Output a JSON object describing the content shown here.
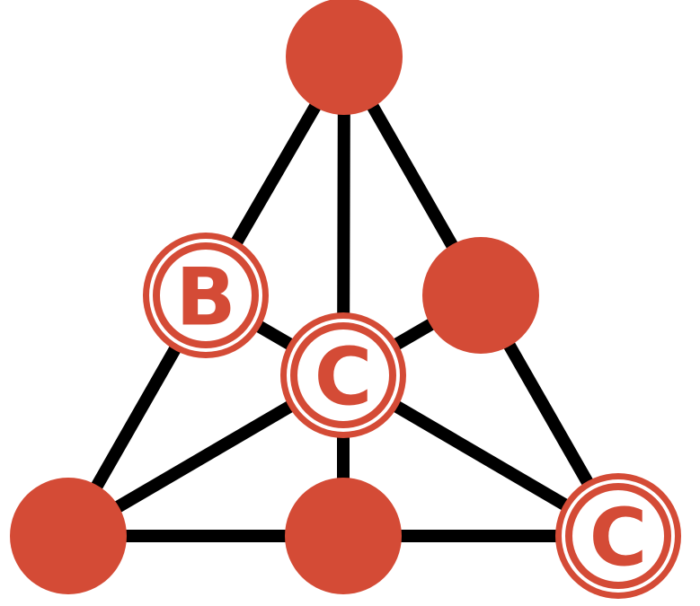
{
  "colors": {
    "node_fill": "#d44b36",
    "node_ring": "#d44b36",
    "label_bg": "#ffffff",
    "edge": "#000000"
  },
  "nodes": [
    {
      "id": "apex",
      "label": ""
    },
    {
      "id": "left-mid",
      "label": "B"
    },
    {
      "id": "right-mid",
      "label": ""
    },
    {
      "id": "center",
      "label": "C"
    },
    {
      "id": "bottom-left",
      "label": ""
    },
    {
      "id": "bottom-mid",
      "label": ""
    },
    {
      "id": "bottom-right",
      "label": "C"
    }
  ],
  "edges": [
    [
      "apex",
      "left-mid"
    ],
    [
      "left-mid",
      "bottom-left"
    ],
    [
      "apex",
      "right-mid"
    ],
    [
      "right-mid",
      "bottom-right"
    ],
    [
      "apex",
      "center"
    ],
    [
      "left-mid",
      "center"
    ],
    [
      "right-mid",
      "center"
    ],
    [
      "center",
      "bottom-left"
    ],
    [
      "center",
      "bottom-right"
    ],
    [
      "center",
      "bottom-mid"
    ],
    [
      "bottom-left",
      "bottom-mid"
    ],
    [
      "bottom-mid",
      "bottom-right"
    ]
  ]
}
